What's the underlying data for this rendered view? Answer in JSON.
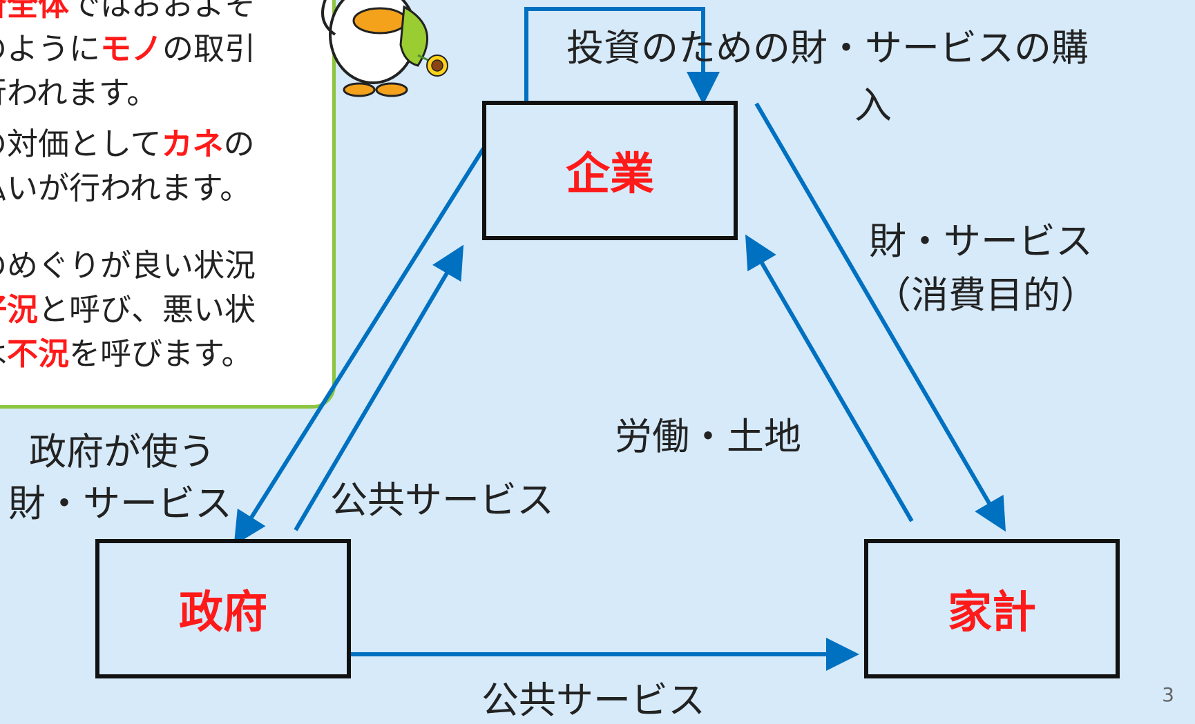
{
  "callout": {
    "paragraphs": [
      {
        "lines": [
          [
            {
              "t": "済全体",
              "hl": true
            },
            {
              "t": "ではおおよそ"
            }
          ],
          [
            {
              "t": "のように"
            },
            {
              "t": "モノ",
              "hl": true
            },
            {
              "t": "の取引"
            }
          ],
          [
            {
              "t": "行われます。"
            }
          ]
        ]
      },
      {
        "lines": [
          [
            {
              "t": "の対価として"
            },
            {
              "t": "カネ",
              "hl": true
            },
            {
              "t": "の"
            }
          ],
          [
            {
              "t": "払いが行われます。"
            }
          ]
        ]
      },
      {
        "lines": [
          [
            {
              "t": "のめぐりが良い状況"
            }
          ],
          [
            {
              "t": "好況",
              "hl": true
            },
            {
              "t": "と呼び、悪い状"
            }
          ],
          [
            {
              "t": "は"
            },
            {
              "t": "不況",
              "hl": true
            },
            {
              "t": "を呼びます。"
            }
          ]
        ]
      }
    ]
  },
  "nodes": {
    "firm": "企業",
    "government": "政府",
    "household": "家計"
  },
  "labels": {
    "investment_line1": "投資のための財・サービスの購",
    "investment_line2": "入",
    "consumer_goods_line1": "財・サービス",
    "consumer_goods_line2": "（消費目的）",
    "labor_land": "労働・土地",
    "gov_uses_line1": "政府が使う",
    "gov_uses_line2": "財・サービス",
    "public_service_up": "公共サービス",
    "public_service_bottom": "公共サービス"
  },
  "page_number": "3",
  "colors": {
    "background": "#d6eaf9",
    "arrow": "#0070c0",
    "highlight": "#ff1a1a",
    "callout_border": "#8cc63f"
  },
  "icons": {
    "mascot": "duck-mascot-with-sunflower"
  }
}
